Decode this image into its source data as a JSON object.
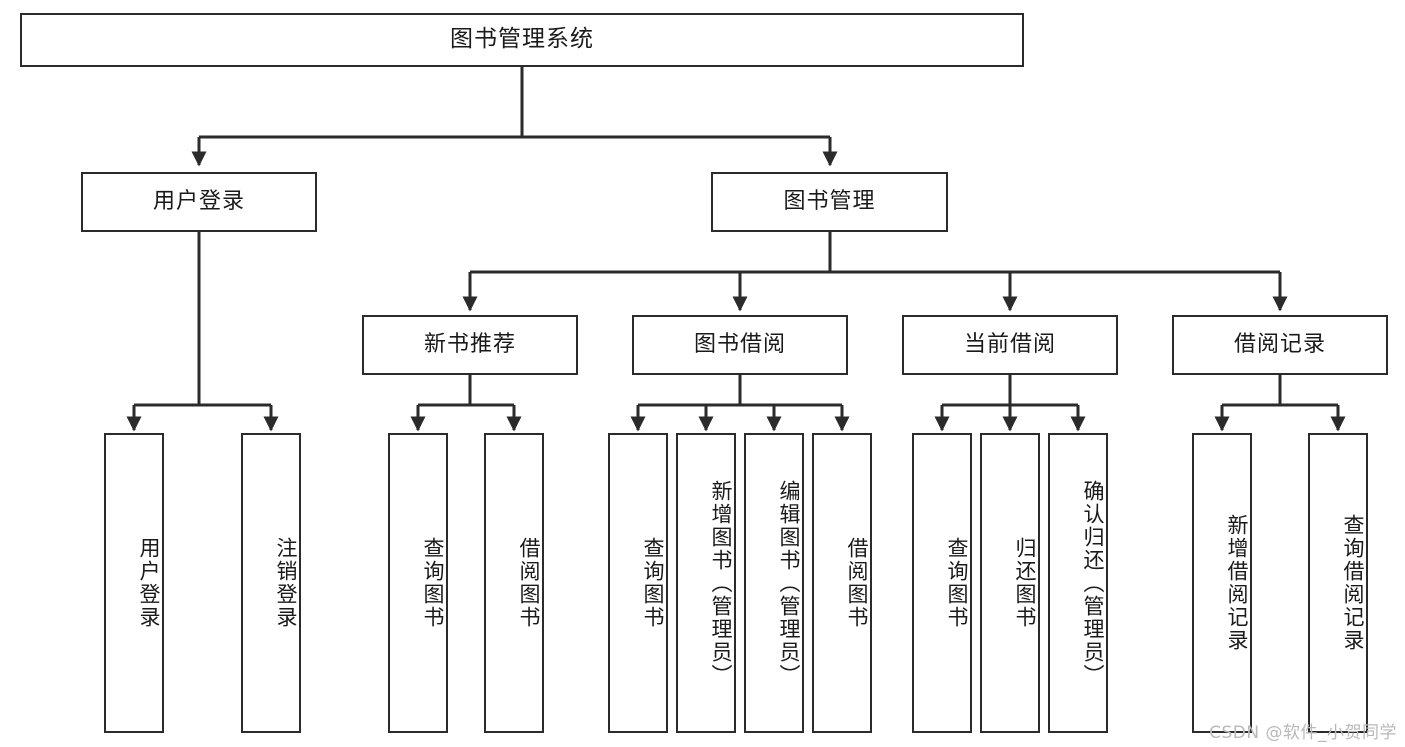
{
  "diagram": {
    "title": "图书管理系统",
    "type": "tree-hierarchy-chart",
    "watermark": "CSDN @软件_小贺同学",
    "colors": {
      "box_border": "#2b2b2b",
      "box_fill": "#ffffff",
      "edge": "#2b2b2b",
      "text": "#1a1a1a",
      "watermark": "#b9b9b9",
      "background": "#ffffff"
    },
    "root": {
      "label": "图书管理系统"
    },
    "level2": [
      {
        "label": "用户登录"
      },
      {
        "label": "图书管理"
      }
    ],
    "level3": [
      {
        "label": "新书推荐"
      },
      {
        "label": "图书借阅"
      },
      {
        "label": "当前借阅"
      },
      {
        "label": "借阅记录"
      }
    ],
    "leaves": {
      "user_login": [
        {
          "label": "用户登录"
        },
        {
          "label": "注销登录"
        }
      ],
      "new_book_recommend": [
        {
          "label": "查询图书"
        },
        {
          "label": "借阅图书"
        }
      ],
      "book_borrow": [
        {
          "label": "查询图书"
        },
        {
          "label": "新增图书（管理员）"
        },
        {
          "label": "编辑图书（管理员）"
        },
        {
          "label": "借阅图书"
        }
      ],
      "current_borrow": [
        {
          "label": "查询图书"
        },
        {
          "label": "归还图书"
        },
        {
          "label": "确认归还（管理员）"
        }
      ],
      "borrow_record": [
        {
          "label": "新增借阅记录"
        },
        {
          "label": "查询借阅记录"
        }
      ]
    }
  }
}
